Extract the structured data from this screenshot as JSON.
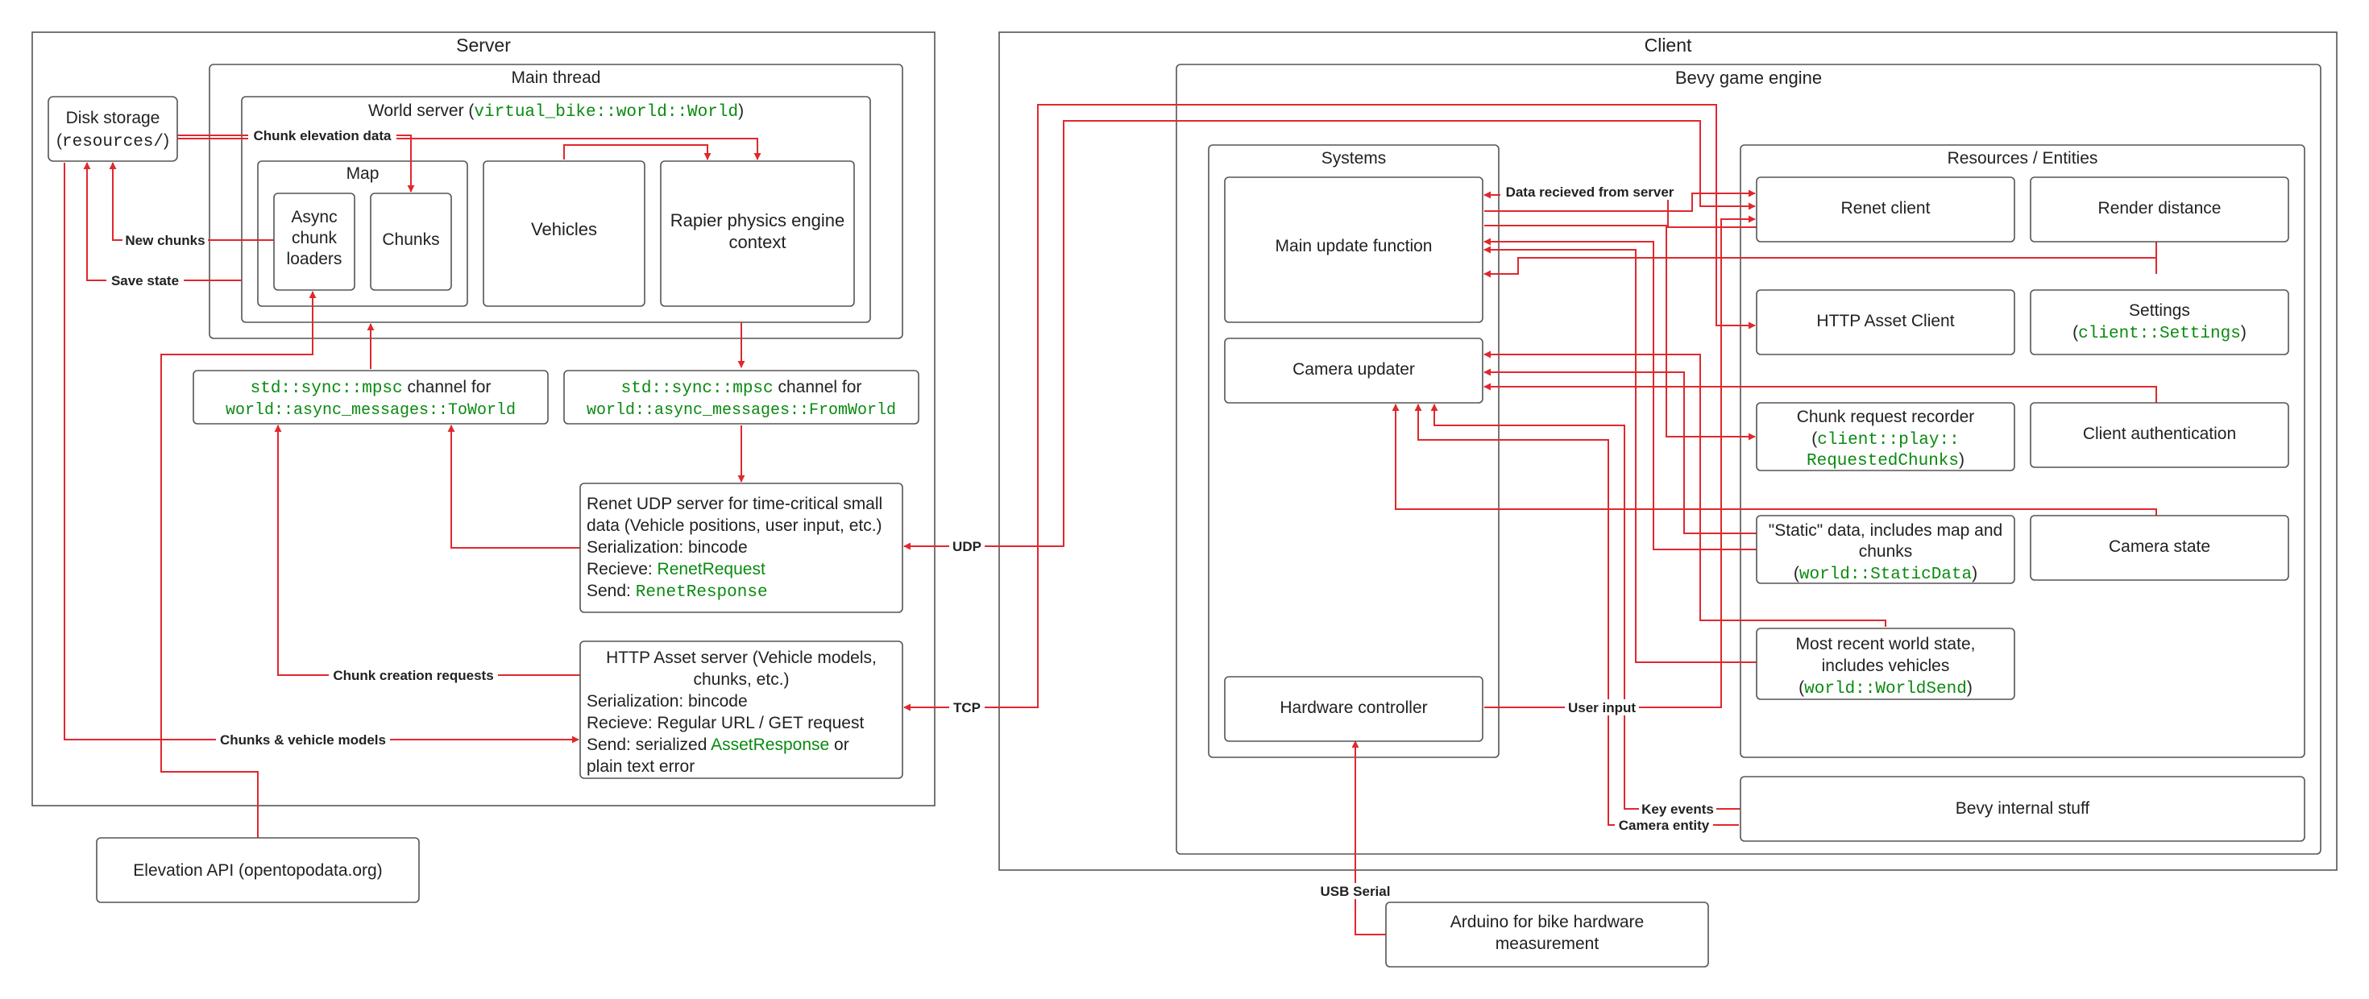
{
  "colors": {
    "edge": "#e0282e",
    "code": "#0a8a10",
    "border": "#555555"
  },
  "containers": {
    "server": "Server",
    "main_thread": "Main thread",
    "world_server_prefix": "World server  (",
    "world_server_code": "virtual_bike::world::World",
    "world_server_suffix": ")",
    "map": "Map",
    "client": "Client",
    "bevy": "Bevy game engine",
    "systems": "Systems",
    "resources": "Resources / Entities"
  },
  "nodes": {
    "disk_storage": {
      "line1": "Disk storage",
      "line2_prefix": "(",
      "line2_code": "resources/",
      "line2_suffix": ")"
    },
    "async_loaders": {
      "line1": "Async",
      "line2": "chunk",
      "line3": "loaders"
    },
    "chunks": "Chunks",
    "vehicles": "Vehicles",
    "rapier": {
      "line1": "Rapier physics engine",
      "line2": "context"
    },
    "mpsc_to": {
      "l1_code": "std::sync::mpsc",
      "l1_text": " channel for",
      "l2_code": "world::async_messages::ToWorld"
    },
    "mpsc_from": {
      "l1_code": "std::sync::mpsc",
      "l1_text": " channel for",
      "l2_code": "world::async_messages::FromWorld"
    },
    "udp_server": {
      "line1": "Renet UDP server for time-critical small",
      "line2": "data (Vehicle positions, user input, etc.)",
      "line3": "Serialization: bincode",
      "line4_prefix": "Recieve: ",
      "line4_code": "RenetRequest",
      "line5_prefix": "Send: ",
      "line5_code": "RenetResponse"
    },
    "http_server": {
      "line1": "HTTP Asset server (Vehicle models,",
      "line2": "chunks, etc.)",
      "line3": "Serialization: bincode",
      "line4": "Recieve: Regular URL / GET request",
      "line5_prefix": "Send: serialized ",
      "line5_code": "AssetResponse",
      "line5_suffix": " or",
      "line6": "plain text error"
    },
    "elevation_api": "Elevation API (opentopodata.org)",
    "main_update": "Main update function",
    "camera_updater": "Camera updater",
    "hardware_controller": "Hardware controller",
    "renet_client": "Renet client",
    "render_distance": "Render distance",
    "http_client": "HTTP Asset Client",
    "settings": {
      "line1": "Settings",
      "line2_prefix": "(",
      "line2_code": "client::Settings",
      "line2_suffix": ")"
    },
    "chunk_recorder": {
      "line1": "Chunk request recorder",
      "line2_prefix": "(",
      "line2_code": "client::play::",
      "line3_code": "RequestedChunks",
      "line3_suffix": ")"
    },
    "client_auth": "Client authentication",
    "static_data": {
      "line1": "\"Static\" data, includes map and",
      "line2": "chunks",
      "line3_prefix": "(",
      "line3_code": "world::StaticData",
      "line3_suffix": ")"
    },
    "camera_state": "Camera state",
    "world_state": {
      "line1": "Most recent world state,",
      "line2": "includes vehicles",
      "line3_prefix": "(",
      "line3_code": "world::WorldSend",
      "line3_suffix": ")"
    },
    "bevy_internal": "Bevy internal stuff",
    "arduino": {
      "line1": "Arduino for bike hardware",
      "line2": "measurement"
    }
  },
  "edge_labels": {
    "chunk_elevation": "Chunk elevation data",
    "new_chunks": "New chunks",
    "save_state": "Save state",
    "chunk_creation": "Chunk creation requests",
    "chunks_vehicle_models": "Chunks & vehicle models",
    "udp": "UDP",
    "tcp": "TCP",
    "data_received": "Data recieved from server",
    "user_input": "User input",
    "key_events": "Key events",
    "camera_entity": "Camera entity",
    "usb_serial": "USB Serial"
  }
}
